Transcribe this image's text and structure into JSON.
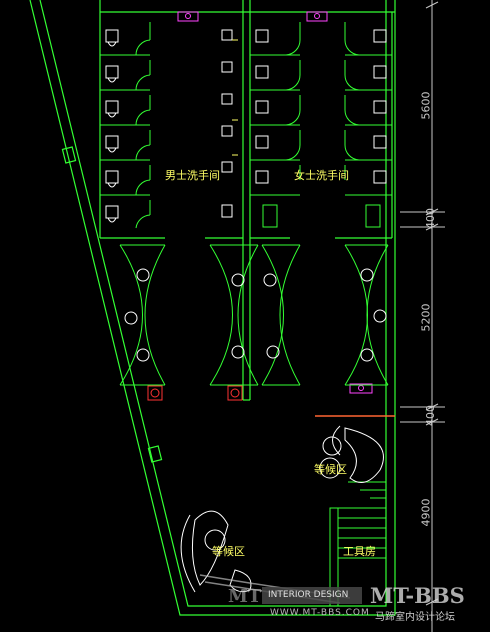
{
  "rooms": {
    "mens_restroom": "男士洗手间",
    "womens_restroom": "女士洗手间",
    "waiting_area_right": "等候区",
    "waiting_area_left": "等候区",
    "tool_room": "工具房"
  },
  "dimensions": [
    "5600",
    "400",
    "5200",
    "400",
    "4900"
  ],
  "watermark": {
    "title": "INTERIOR DESIGN",
    "url": "WWW.MT-BBS.COM",
    "logo": "MT-BBS",
    "mark": "MT",
    "site_name": "马蹄室内设计论坛"
  },
  "colors": {
    "background": "#000000",
    "walls": "#33ff33",
    "fixtures": "#ffffff",
    "labels": "#ffff66",
    "vents": "#ff44ff",
    "drains": "#ff3333",
    "dimensions": "#c8c8c8",
    "fire_line": "#ff6633"
  }
}
